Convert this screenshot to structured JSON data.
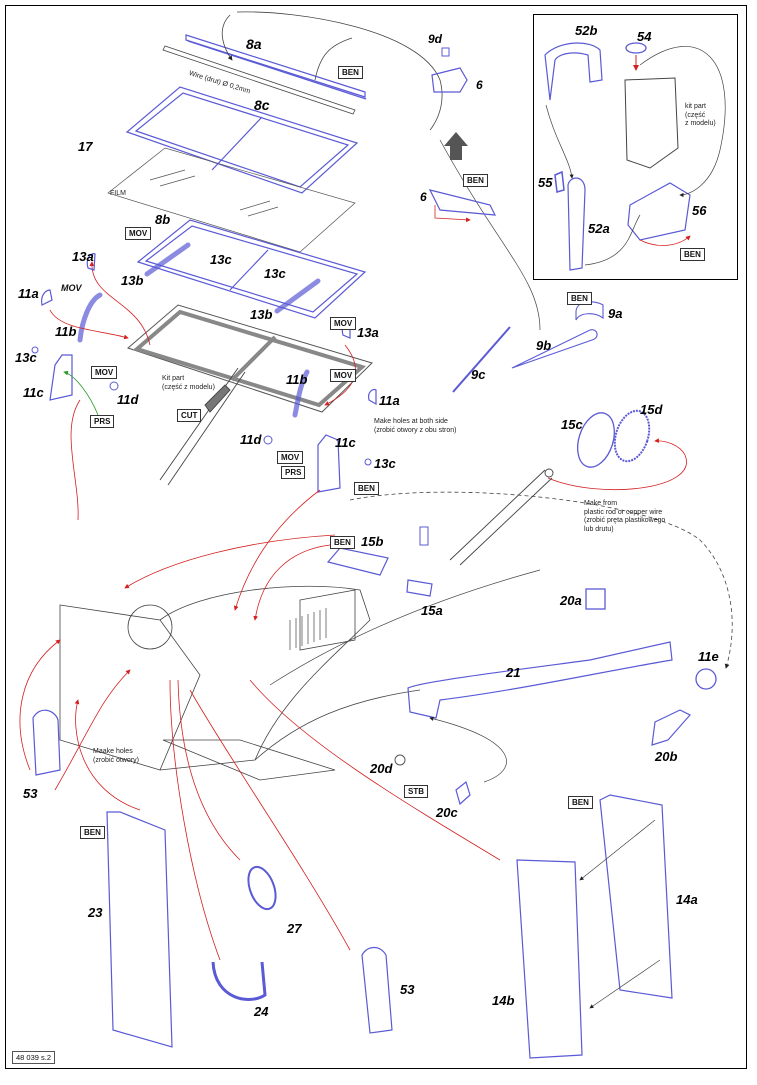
{
  "sheet": {
    "footer_code": "48 039 s.2"
  },
  "colors": {
    "part_line": "#5a5ad6",
    "red_arrow": "#d42020",
    "green_arrow": "#2a9a2a",
    "black_line": "#222222"
  },
  "parts": {
    "p8a": "8a",
    "p8b": "8b",
    "p8c": "8c",
    "p9d": "9d",
    "p6_top": "6",
    "p6_bottom": "6",
    "p17": "17",
    "p13a_left": "13a",
    "p13a_right": "13a",
    "p13b_left": "13b",
    "p13b_right": "13b",
    "p13c_mid": "13c",
    "p13c_right": "13c",
    "p13c_left": "13c",
    "p13c_lower": "13c",
    "p11a_left": "11a",
    "p11a_right": "11a",
    "p11b_left": "11b",
    "p11b_right": "11b",
    "p11c_left": "11c",
    "p11c_right": "11c",
    "p11d_left": "11d",
    "p11d_right": "11d",
    "p11e": "11e",
    "p9a": "9a",
    "p9b": "9b",
    "p9c": "9c",
    "p15a": "15a",
    "p15b": "15b",
    "p15c": "15c",
    "p15d": "15d",
    "p20a": "20a",
    "p20b": "20b",
    "p20c": "20c",
    "p20d": "20d",
    "p21": "21",
    "p52a": "52a",
    "p52b": "52b",
    "p54": "54",
    "p55": "55",
    "p56": "56",
    "p53_left": "53",
    "p53_right": "53",
    "p23": "23",
    "p24": "24",
    "p27": "27",
    "p14a": "14a",
    "p14b": "14b"
  },
  "tags": {
    "ben_8a": "BEN",
    "ben_6": "BEN",
    "ben_9a": "BEN",
    "ben_11c": "BEN",
    "ben_15b": "BEN",
    "ben_56": "BEN",
    "ben_23": "BEN",
    "ben_14a": "BEN",
    "mov_8b": "MOV",
    "mov_11a": "MOV",
    "mov_11d_left": "MOV",
    "mov_13b": "MOV",
    "mov_11b": "MOV",
    "mov_11d_right": "MOV",
    "prs_left": "PRS",
    "prs_right": "PRS",
    "cut": "CUT",
    "stb": "STB"
  },
  "notes": {
    "wire": "Wire (drut) Ø 0,2mm",
    "film": "FILM",
    "kit_part_frame": [
      "Kit part",
      "(część z modelu)"
    ],
    "kit_part_can": [
      "kit part",
      "(część",
      "z modelu)"
    ],
    "make_holes_both": [
      "Make holes at both side",
      "(zrobić otwory z obu stron)"
    ],
    "make_from_rod": [
      "Make from",
      "plastic rod or copper wire",
      "(zrobić pręta plastikowego",
      "lub drutu)"
    ],
    "make_holes": [
      "Maake holes",
      "(zrobić otwory)"
    ]
  }
}
